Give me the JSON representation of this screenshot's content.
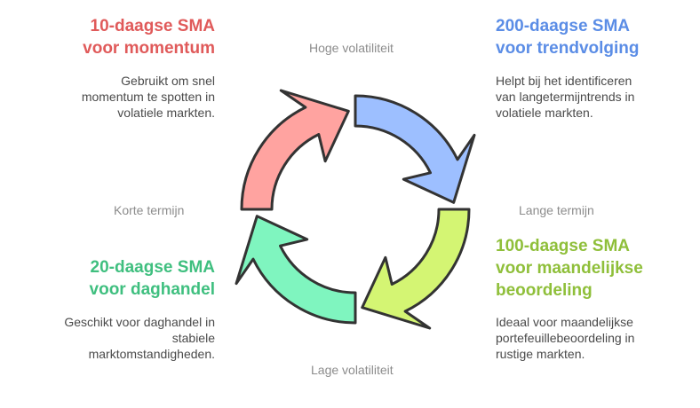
{
  "axes": {
    "top": "Hoge volatiliteit",
    "bottom": "Lage volatiliteit",
    "left": "Korte termijn",
    "right": "Lange termijn"
  },
  "quadrants": {
    "top_left": {
      "title": [
        "10-daagse SMA",
        "voor momentum"
      ],
      "description": [
        "Gebruikt om snel",
        "momentum te spotten in",
        "volatiele markten."
      ],
      "color": "#e05a5a",
      "fill": "#ffa3a0"
    },
    "top_right": {
      "title": [
        "200-daagse SMA",
        "voor trendvolging"
      ],
      "description": [
        "Helpt bij het identificeren",
        "van langetermijntrends in",
        "volatiele markten."
      ],
      "color": "#5b8de6",
      "fill": "#9dbfff"
    },
    "bottom_left": {
      "title": [
        "20-daagse SMA",
        "voor daghandel"
      ],
      "description": [
        "Geschikt voor daghandel in",
        "stabiele",
        "marktomstandigheden."
      ],
      "color": "#3fbf7f",
      "fill": "#7ff5bf"
    },
    "bottom_right": {
      "title": [
        "100-daagse SMA",
        "voor maandelijkse",
        "beoordeling"
      ],
      "description": [
        "Ideaal voor maandelijkse",
        "portefeuillebeoordeling in",
        "rustige markten."
      ],
      "color": "#8fbf3a",
      "fill": "#d4f573"
    }
  },
  "stroke_color": "#333333"
}
